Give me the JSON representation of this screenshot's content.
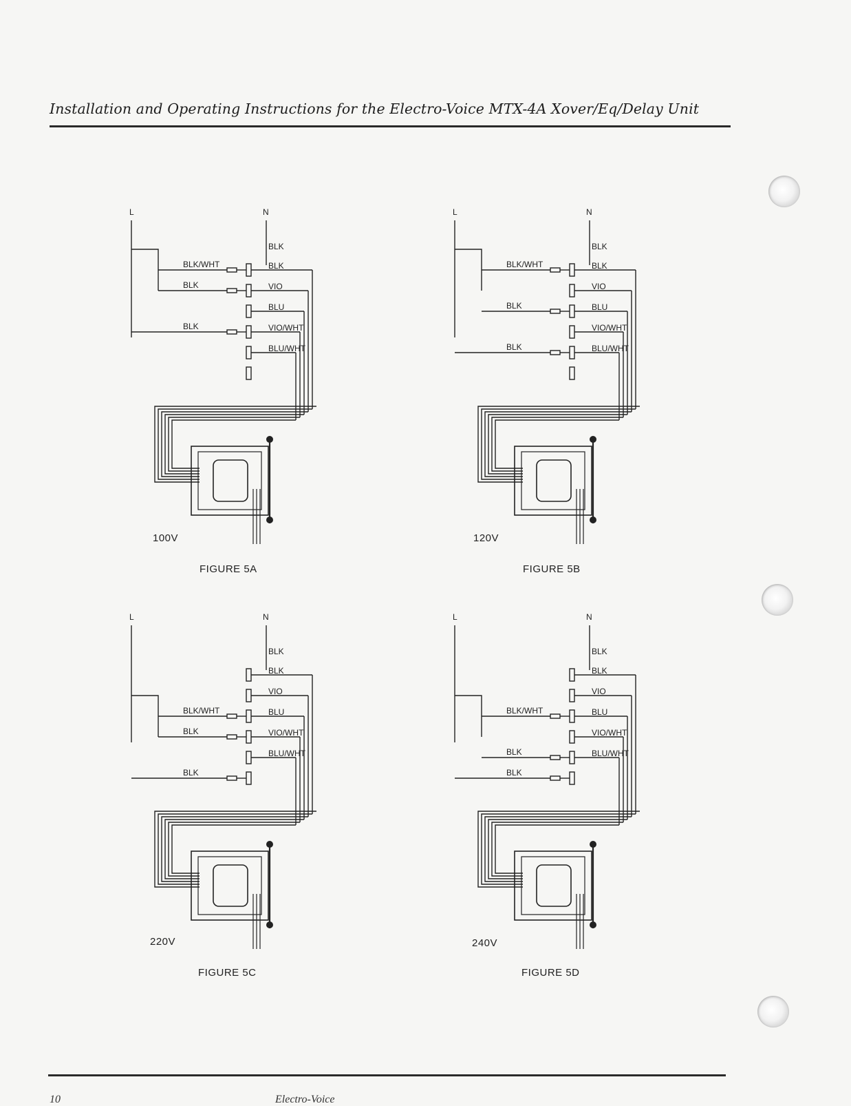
{
  "header": {
    "title": "Installation and Operating Instructions for the Electro-Voice MTX-4A Xover/Eq/Delay Unit"
  },
  "footer": {
    "page_number": "10",
    "center_text": "Electro-Voice"
  },
  "figures": [
    {
      "id": "5A",
      "caption": "FIGURE 5A",
      "voltage": "100V",
      "l_label": "L",
      "n_label": "N",
      "left_wires": [
        "BLK/WHT",
        "BLK",
        "BLK"
      ],
      "right_wires": [
        "BLK",
        "BLK",
        "VIO",
        "BLU",
        "VIO/WHT",
        "BLU/WHT"
      ]
    },
    {
      "id": "5B",
      "caption": "FIGURE 5B",
      "voltage": "120V",
      "l_label": "L",
      "n_label": "N",
      "left_wires": [
        "BLK/WHT",
        "BLK",
        "BLK"
      ],
      "right_wires": [
        "BLK",
        "BLK",
        "VIO",
        "BLU",
        "VIO/WHT",
        "BLU/WHT"
      ]
    },
    {
      "id": "5C",
      "caption": "FIGURE 5C",
      "voltage": "220V",
      "l_label": "L",
      "n_label": "N",
      "left_wires": [
        "BLK/WHT",
        "BLK",
        "BLK"
      ],
      "right_wires": [
        "BLK",
        "BLK",
        "VIO",
        "BLU",
        "VIO/WHT",
        "BLU/WHT"
      ]
    },
    {
      "id": "5D",
      "caption": "FIGURE 5D",
      "voltage": "240V",
      "l_label": "L",
      "n_label": "N",
      "left_wires": [
        "BLK/WHT",
        "BLK",
        "BLK"
      ],
      "right_wires": [
        "BLK",
        "BLK",
        "VIO",
        "BLU",
        "VIO/WHT",
        "BLU/WHT"
      ]
    }
  ]
}
